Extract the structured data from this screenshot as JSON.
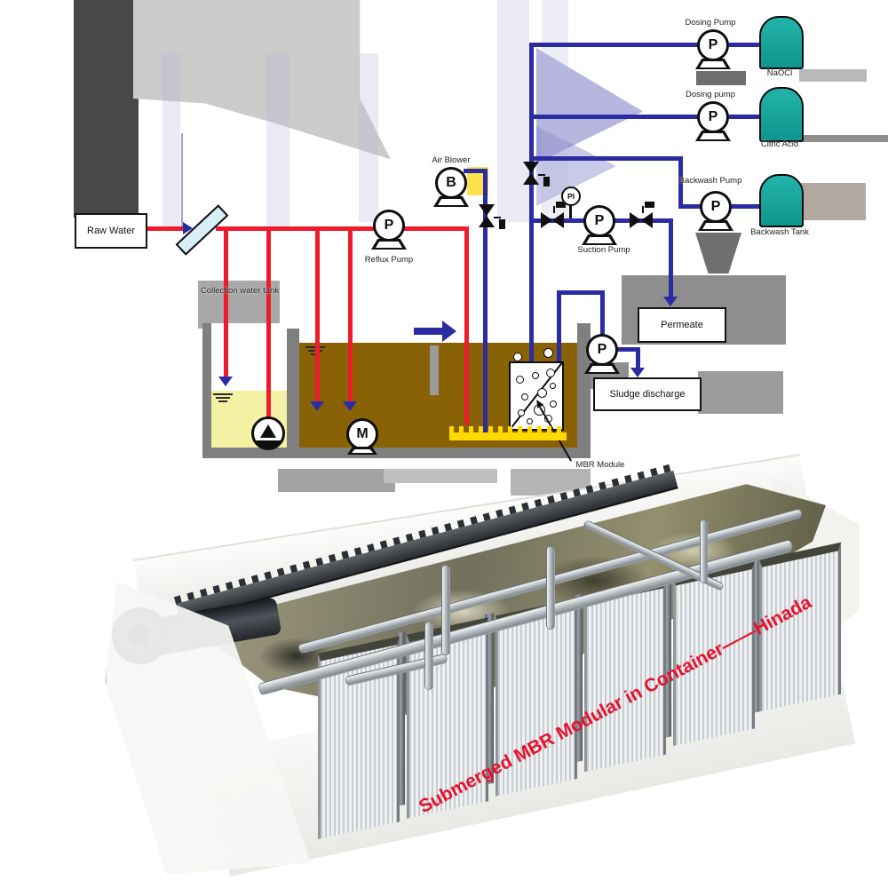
{
  "caption": {
    "text": "Submerged MBR Modular in Container——Hinada",
    "color": "#e8112d"
  },
  "colors": {
    "pipe_red": "#ee1b2c",
    "pipe_blue": "#2b2ba2",
    "tank_teal": "#12a19a",
    "water_brown": "#8a6206",
    "water_yellow": "#f5f1a4",
    "diffuser_yellow": "#ffd900",
    "wall_gray": "#7f7f7f"
  },
  "flow_diagram": {
    "boxes": {
      "raw_water": "Raw Water",
      "permeate": "Permeate",
      "sludge_discharge": "Sludge discharge"
    },
    "labels": {
      "collection_tank": "Collection water tank",
      "reflux_pump": "Reflux Pump",
      "air_blower": "Air Blower",
      "suction_pump": "Suction Pump",
      "dosing_pump_1": "Dosing Pump",
      "dosing_pump_2": "Dosing pump",
      "backwash_pump": "Backwash Pump",
      "naocl": "NaOCl",
      "citric_acid": "Citric Acid",
      "backwash_tank": "Backwash Tank",
      "mbr_module": "MBR Module"
    },
    "symbols": {
      "pump": "P",
      "blower": "B",
      "mixer": "M",
      "pressure_indicator": "PI"
    }
  }
}
